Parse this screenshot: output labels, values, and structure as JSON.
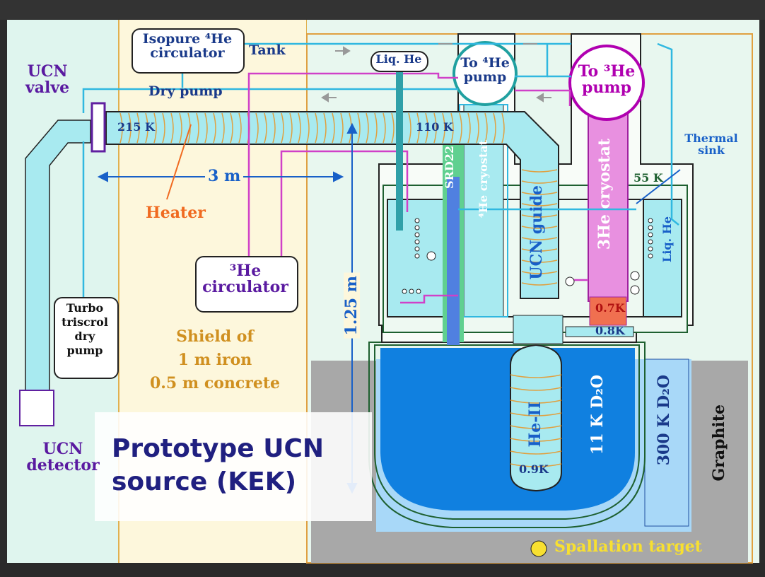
{
  "title": [
    "Prototype UCN",
    "source (KEK)"
  ],
  "labels": {
    "ucn_valve": [
      "UCN",
      "valve"
    ],
    "isopure_circulator": [
      "Isopure ⁴He",
      "circulator"
    ],
    "tank": "Tank",
    "dry_pump": "Dry pump",
    "liq_he_top": "Liq. He",
    "to_4he_pump": [
      "To ⁴He",
      "pump"
    ],
    "to_3he_pump": [
      "To ³He",
      "pump"
    ],
    "thermal_sink": [
      "Thermal",
      "sink"
    ],
    "temp_215": "215 K",
    "temp_110": "110 K",
    "temp_55": "55 K",
    "dist_3m": "3 m",
    "dist_125m": "1.25 m",
    "heater": "Heater",
    "he3_circulator": [
      "³He",
      "circulator"
    ],
    "turbo_pump": [
      "Turbo",
      "triscrol",
      "dry",
      "pump"
    ],
    "shield": [
      "Shield of",
      "1 m iron",
      "0.5 m concrete"
    ],
    "ucn_detector": [
      "UCN",
      "detector"
    ],
    "srd22": "SRD22",
    "he4_cryostat": "⁴He cryostat",
    "ucn_guide": "UCN guide",
    "he3_cryostat": "3He cryostat",
    "liq_he_right": "Liq. He",
    "temp_07": "0.7K",
    "temp_08": "0.8K",
    "he_ii": "He-II",
    "temp_09": "0.9K",
    "d2o_11k": "11 K D₂O",
    "d2o_300k": "300 K D₂O",
    "graphite": "Graphite",
    "spallation": "Spallation target"
  },
  "colors": {
    "background_left": "#dff5ee",
    "background_shield": "#fdf7dc",
    "guide_cyan": "#a8eaf0",
    "line_cyan": "#30b8e0",
    "line_magenta": "#d040c8",
    "cryostat_magenta": "#e890e0",
    "d2o_blue": "#1080e0",
    "d2o_light": "#a8d8f8",
    "graphite_grey": "#a8a8a8",
    "purple_text": "#5a1aa0",
    "accent_blue": "#1860c8"
  }
}
